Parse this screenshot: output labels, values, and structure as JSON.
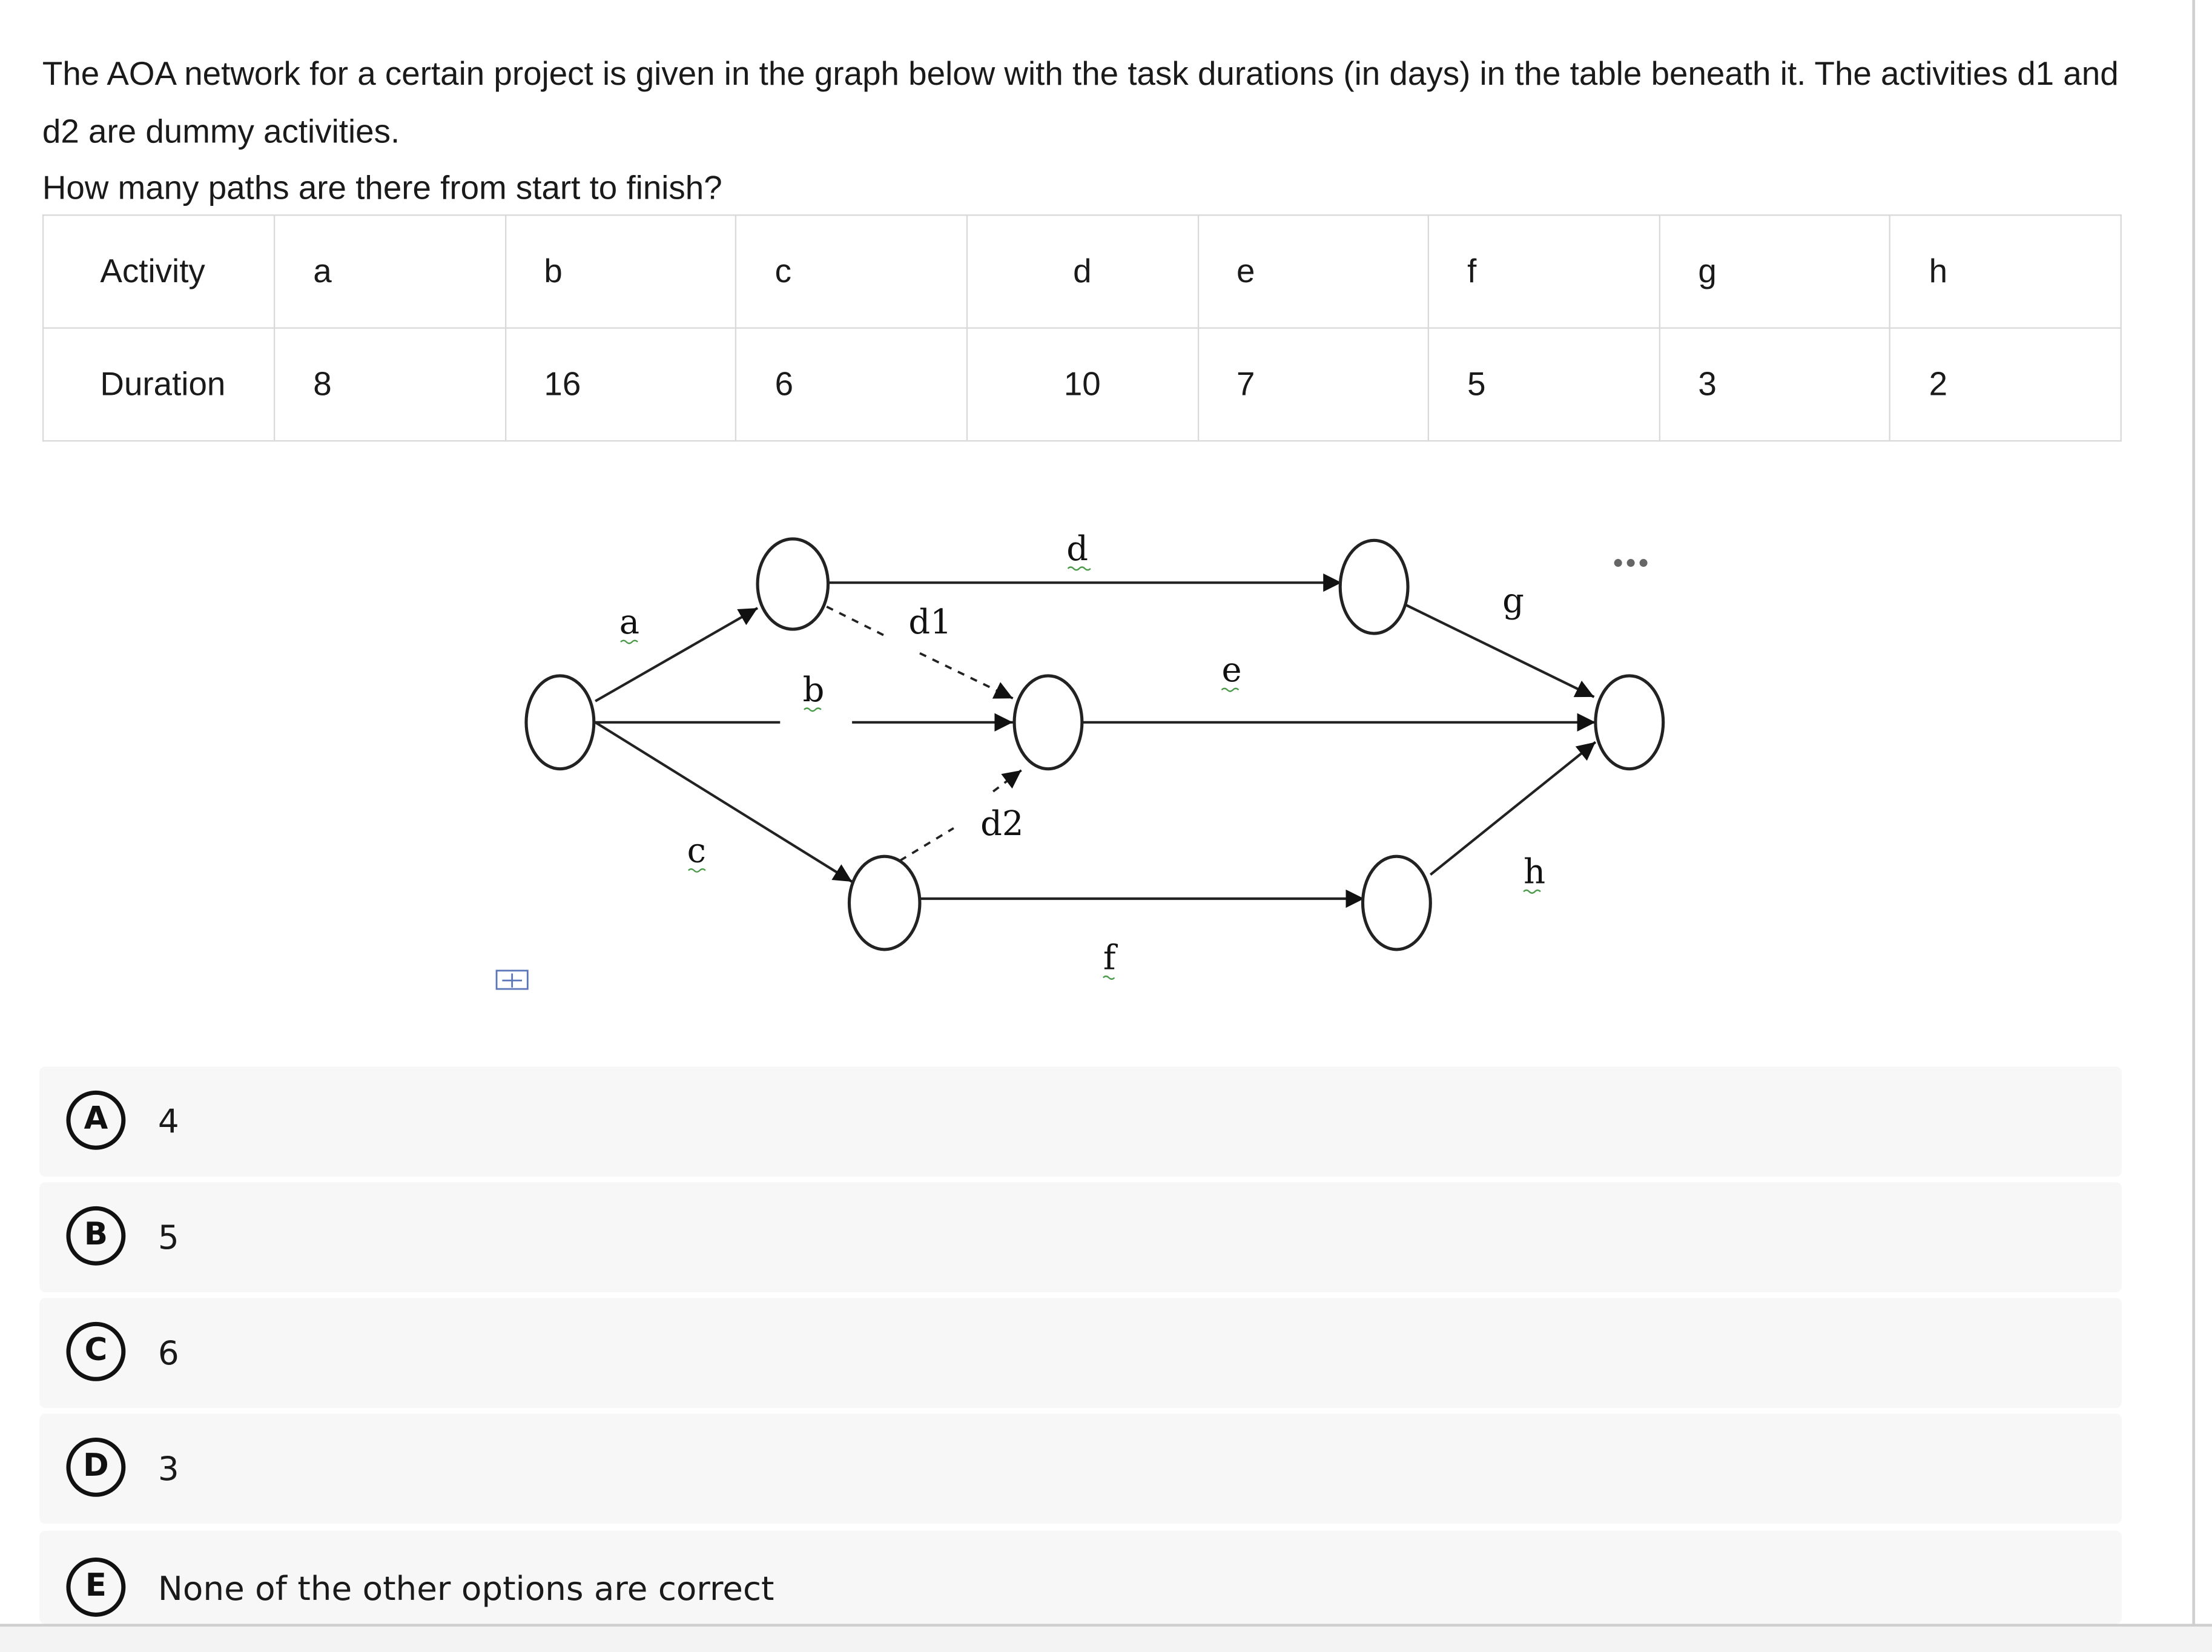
{
  "question": {
    "line1": "The AOA network for a certain project is given in the graph below with the task durations (in days) in the table beneath it. The activities d1 and d2 are dummy activities.",
    "line2": "How many paths are there from start to finish?"
  },
  "table": {
    "activity_header": "Activity",
    "duration_header": "Duration",
    "activities": [
      "a",
      "b",
      "c",
      "d",
      "e",
      "f",
      "g",
      "h"
    ],
    "durations": [
      "8",
      "16",
      "6",
      "10",
      "7",
      "5",
      "3",
      "2"
    ]
  },
  "network": {
    "labels": {
      "a": "a",
      "b": "b",
      "c": "c",
      "d": "d",
      "e": "e",
      "f": "f",
      "g": "g",
      "h": "h",
      "d1": "d1",
      "d2": "d2"
    },
    "more_icon": "more-horizontal-icon",
    "anchor_icon": "move-anchor-icon"
  },
  "options": [
    {
      "letter": "A",
      "text": "4"
    },
    {
      "letter": "B",
      "text": "5"
    },
    {
      "letter": "C",
      "text": "6"
    },
    {
      "letter": "D",
      "text": "3"
    },
    {
      "letter": "E",
      "text": "None of the other options are correct"
    }
  ]
}
